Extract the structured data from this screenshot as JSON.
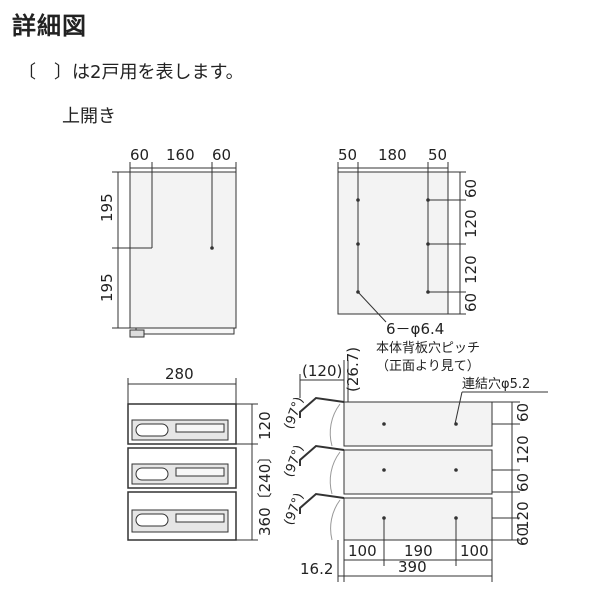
{
  "title": "詳細図",
  "note": "〔　〕は2戸用を表します。",
  "subtitle": "上開き",
  "front_view": {
    "top_dims": [
      "60",
      "160",
      "60"
    ],
    "side_dims": [
      "195",
      "195"
    ]
  },
  "back_view": {
    "top_dims": [
      "50",
      "180",
      "50"
    ],
    "side_dims": [
      "60",
      "120",
      "120",
      "60"
    ],
    "hole_label": "6－φ6.4",
    "hole_desc_1": "本体背板穴ピッチ",
    "hole_desc_2": "（正面より見て）"
  },
  "lower_front": {
    "width": "280",
    "h1": "120",
    "h2": "360〔240〕"
  },
  "side_view": {
    "top_left": "(120)",
    "top_right": "(26.7)",
    "connect_label": "連結穴φ5.2",
    "angle": "(97°)",
    "right_dims": [
      "60",
      "120",
      "60",
      "120",
      "60"
    ],
    "bottom_dims": [
      "100",
      "190",
      "100"
    ],
    "bottom_total": "390",
    "bottom_left": "16.2"
  },
  "colors": {
    "line": "#333333",
    "panel": "#eeeeee",
    "slot": "#dddddd"
  }
}
